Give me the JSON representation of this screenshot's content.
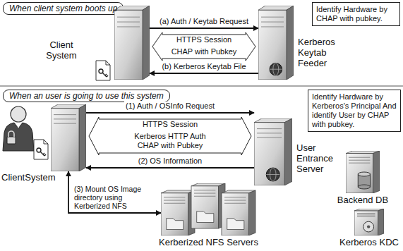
{
  "diagram": {
    "nodes": [
      {
        "text": [
          "When client system boots up"
        ]
      },
      {
        "text": [
          "Client System"
        ]
      },
      {
        "text": [
          "Kerberos Keytab Feeder"
        ]
      },
      {
        "text": [
          "Identify Hardware by CHAP with pubkey."
        ]
      },
      {
        "text": [
          "HTTPS Session"
        ]
      },
      {
        "text": [
          "CHAP with Pubkey"
        ],
        "in": 4
      },
      {
        "text": [
          "When an user is going to use this system"
        ]
      },
      {
        "text": [
          "Identify Hardware by Kerberos's Principal And identify User by CHAP with pubkey."
        ]
      },
      {
        "text": [
          "ClientSystem"
        ]
      },
      {
        "text": [
          "User Entrance Server"
        ]
      },
      {
        "text": [
          "HTTPS Session"
        ]
      },
      {
        "text": [
          "Kerberos HTTP Auth"
        ],
        "in": 10
      },
      {
        "text": [
          "CHAP with Pubkey"
        ],
        "in": 11
      },
      {
        "text": [
          "Backend DB"
        ]
      },
      {
        "text": [
          "Kerberized NFS Servers"
        ]
      },
      {
        "text": [
          "Kerberos KDC"
        ]
      }
    ],
    "edges": [
      {
        "from": 1,
        "to": 2,
        "label": "(a) Auth / Keytab Request",
        "arrow": "to"
      },
      {
        "from": 2,
        "to": 1,
        "label": "(b) Kerberos Keytab File",
        "arrow": "to"
      },
      {
        "from": 8,
        "to": 9,
        "label": "(1) Auth / OSInfo Request",
        "arrow": "to"
      },
      {
        "from": 9,
        "to": 8,
        "label": "(2) OS Information",
        "arrow": "to"
      },
      {
        "from": 8,
        "to": 14,
        "label": "(3) Mount OS Image directory using Kerberized NFS",
        "arrow": "both"
      }
    ]
  }
}
